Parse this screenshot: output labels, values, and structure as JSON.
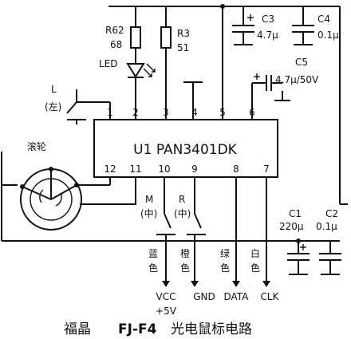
{
  "chip": {
    "name": "U1 PAN3401DK"
  },
  "pins": {
    "top": [
      "1",
      "2",
      "3",
      "4",
      "5",
      "6"
    ],
    "bottom": [
      "12",
      "11",
      "10",
      "9",
      "8",
      "7"
    ]
  },
  "resistors": {
    "r62": {
      "ref": "R62",
      "value": "68"
    },
    "r3": {
      "ref": "R3",
      "value": "51"
    }
  },
  "led": {
    "label": "LED"
  },
  "capacitors": {
    "c3": {
      "ref": "C3",
      "value": "4.7μ"
    },
    "c4": {
      "ref": "C4",
      "value": "0.1μ"
    },
    "c5": {
      "ref": "C5",
      "value": "4.7μ/50V"
    },
    "c1": {
      "ref": "C1",
      "value": "220μ"
    },
    "c2": {
      "ref": "C2",
      "value": "0.1μ"
    }
  },
  "switches": {
    "left": {
      "line1": "L",
      "line2": "(左)"
    },
    "middle": {
      "line1": "M",
      "line2": "(中)"
    },
    "right": {
      "line1": "R",
      "line2": "(中)"
    }
  },
  "wheel": {
    "label": "滚轮"
  },
  "wires": {
    "blue": {
      "c1": "蓝",
      "c2": "色"
    },
    "orange": {
      "c1": "橙",
      "c2": "色"
    },
    "green": {
      "c1": "绿",
      "c2": "色"
    },
    "white": {
      "c1": "白",
      "c2": "色"
    }
  },
  "signals": {
    "vcc": "VCC",
    "vcc_sub": "+5V",
    "gnd": "GND",
    "data": "DATA",
    "clk": "CLK"
  },
  "caption": {
    "prefix": "福晶",
    "model": "FJ-F4",
    "suffix": "光电鼠标电路"
  }
}
